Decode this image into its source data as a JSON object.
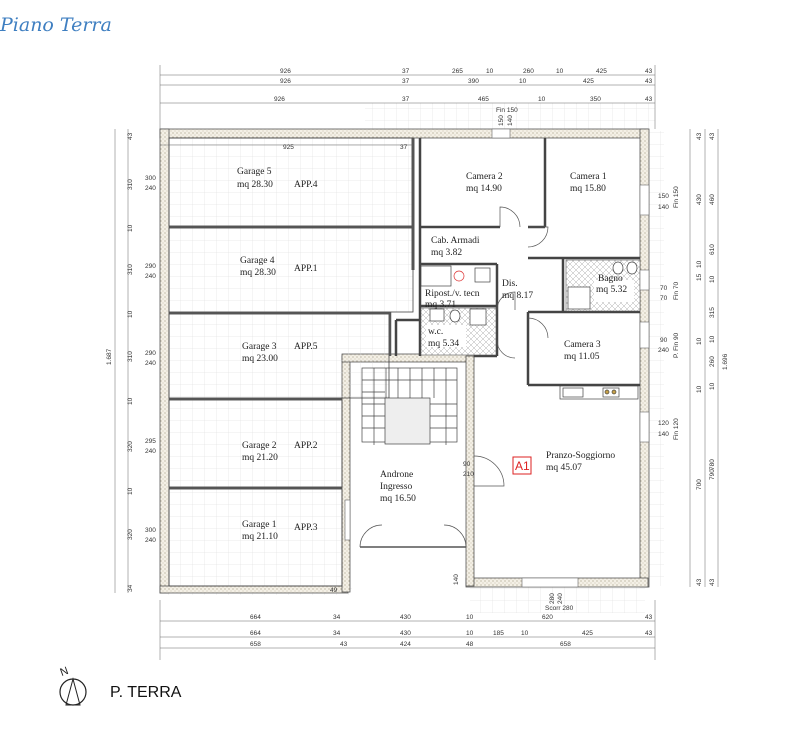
{
  "title": "Piano Terra",
  "floor_label": "P. TERRA",
  "north": "N",
  "unit_tag": "A1",
  "rooms": {
    "garage5": {
      "name": "Garage 5",
      "area": "mq 28.30",
      "app": "APP.4"
    },
    "garage4": {
      "name": "Garage 4",
      "area": "mq 28.30",
      "app": "APP.1"
    },
    "garage3": {
      "name": "Garage 3",
      "area": "mq 23.00",
      "app": "APP.5"
    },
    "garage2": {
      "name": "Garage 2",
      "area": "mq 21.20",
      "app": "APP.2"
    },
    "garage1": {
      "name": "Garage 1",
      "area": "mq 21.10",
      "app": "APP.3"
    },
    "camera2": {
      "name": "Camera 2",
      "area": "mq 14.90"
    },
    "camera1": {
      "name": "Camera 1",
      "area": "mq 15.80"
    },
    "cab": {
      "name": "Cab. Armadi",
      "area": "mq 3.82"
    },
    "bagno": {
      "name": "Bagno",
      "area": "mq 5.32"
    },
    "dis": {
      "name": "Dis.",
      "area": "mq 8.17"
    },
    "ripost": {
      "name": "Ripost./v. tecn",
      "area": "mq 3.71"
    },
    "wc": {
      "name": "w.c.",
      "area": "mq 5.34"
    },
    "camera3": {
      "name": "Camera 3",
      "area": "mq 11.05"
    },
    "androne": {
      "name1": "Androne",
      "name2": "Ingresso",
      "area": "mq 16.50"
    },
    "pranzo": {
      "name": "Pranzo-Soggiorno",
      "area": "mq 45.07"
    }
  },
  "dims": {
    "top_row1": [
      "926",
      "37",
      "265",
      "10",
      "260",
      "10",
      "425",
      "43"
    ],
    "top_row2": [
      "926",
      "37",
      "390",
      "10",
      "425",
      "43"
    ],
    "top_row3": [
      "926",
      "37",
      "465",
      "10",
      "350",
      "43"
    ],
    "inner_top": [
      "925",
      "37"
    ],
    "fin_top": [
      "Fin 150",
      "150",
      "140"
    ],
    "left_total": "1.687",
    "left_outer": [
      "43",
      "310",
      "10",
      "310",
      "10",
      "310",
      "10",
      "320",
      "10",
      "320",
      "34"
    ],
    "left_inner": [
      "300",
      "240",
      "290",
      "240",
      "290",
      "240",
      "295",
      "240",
      "300",
      "240"
    ],
    "right_total": "1.696",
    "right_outer": [
      "43",
      "460",
      "610",
      "10",
      "315",
      "10",
      "260",
      "10",
      "790",
      "700",
      "43"
    ],
    "right_inner": [
      "43",
      "430",
      "15",
      "10",
      "10",
      "10",
      "780",
      "43"
    ],
    "right_fin": [
      "150",
      "140",
      "Fin 150",
      "70",
      "70",
      "Fin 70",
      "90",
      "240",
      "P. Fin 90",
      "120",
      "140",
      "Fin 120"
    ],
    "bottom_row1": [
      "664",
      "34",
      "430",
      "10",
      "620",
      "43"
    ],
    "bottom_row2": [
      "664",
      "34",
      "430",
      "10",
      "185",
      "10",
      "425",
      "43"
    ],
    "bottom_row3": [
      "658",
      "43",
      "424",
      "48",
      "658"
    ],
    "door_andr": [
      "90",
      "210"
    ],
    "scorr": [
      "280",
      "240",
      "Scorr 280"
    ],
    "misc": [
      "140",
      "49"
    ]
  }
}
